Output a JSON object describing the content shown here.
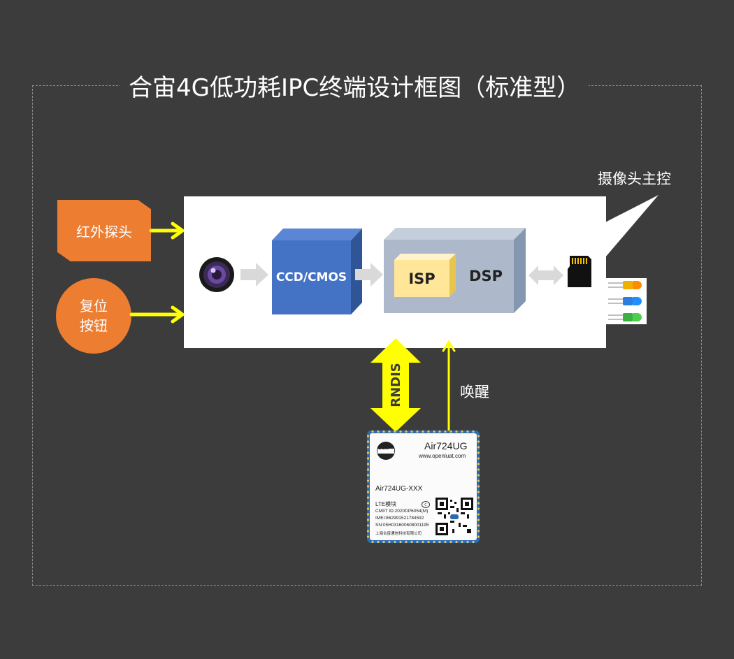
{
  "title": "合宙4G低功耗IPC终端设计框图（标准型）",
  "callout": "摄像头主控",
  "inputs": {
    "ir_sensor": "红外探头",
    "reset_button_line1": "复位",
    "reset_button_line2": "按钮"
  },
  "blocks": {
    "sensor": "CCD/CMOS",
    "isp": "ISP",
    "dsp": "DSP"
  },
  "links": {
    "rndis": "RNDIS",
    "wake": "唤醒"
  },
  "module": {
    "name": "Air724UG",
    "website": "www.openluat.com",
    "model": "Air724UG-XXX",
    "type": "LTE模块",
    "cmiit": "CMIIT ID:2020DP6054(M)",
    "imei": "IMEI:862991521784592",
    "sn": "SN:05H031600608001195",
    "company": "上海合宙通信科技有限公司",
    "logo_text": "Luat"
  },
  "colors": {
    "background": "#3c3c3c",
    "accent_orange": "#ed7d31",
    "arrow_yellow": "#ffff00",
    "sensor_blue": "#4472c4",
    "isp_yellow": "#ffe699",
    "dsp_gray": "#adb9ca",
    "module_border": "#2d6bb0"
  },
  "icons": [
    "camera-lens-icon",
    "sd-card-icon",
    "led-orange-icon",
    "led-blue-icon",
    "led-green-icon",
    "qr-code-icon",
    "ccc-mark-icon"
  ]
}
